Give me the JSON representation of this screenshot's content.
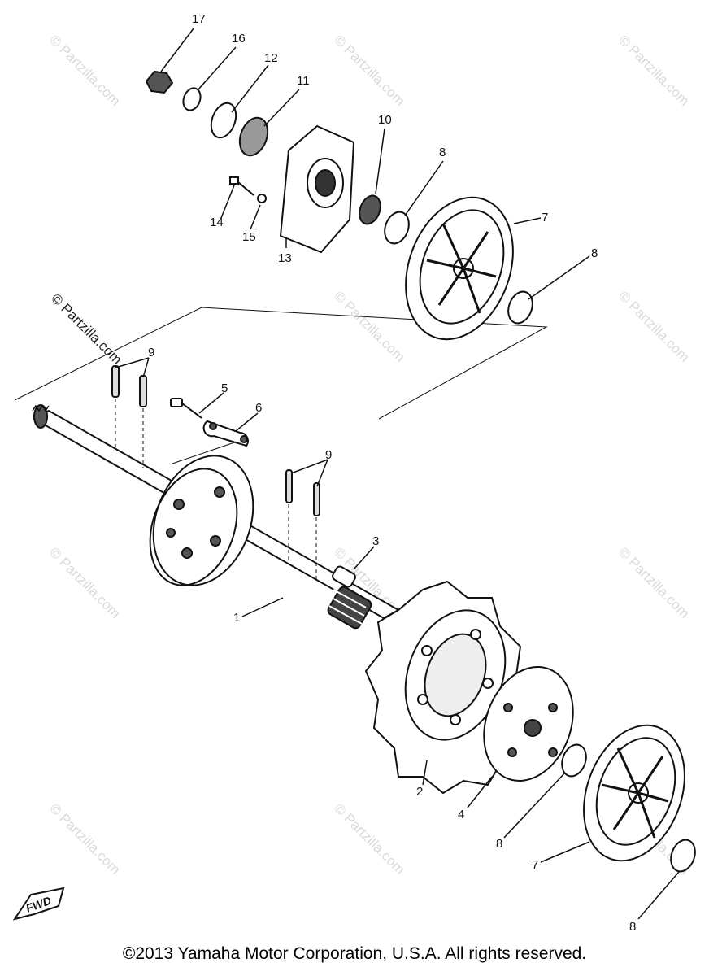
{
  "diagram": {
    "callouts": [
      "1",
      "2",
      "3",
      "4",
      "5",
      "6",
      "7",
      "7",
      "8",
      "8",
      "8",
      "8",
      "9",
      "9",
      "10",
      "11",
      "12",
      "13",
      "14",
      "15",
      "16",
      "17"
    ],
    "fwd_label": "FWD",
    "watermark_text": "© Partzilla.com",
    "side_watermark": "© Partzilla.com",
    "copyright": "©2013 Yamaha Motor Corporation, U.S.A. All rights reserved."
  }
}
